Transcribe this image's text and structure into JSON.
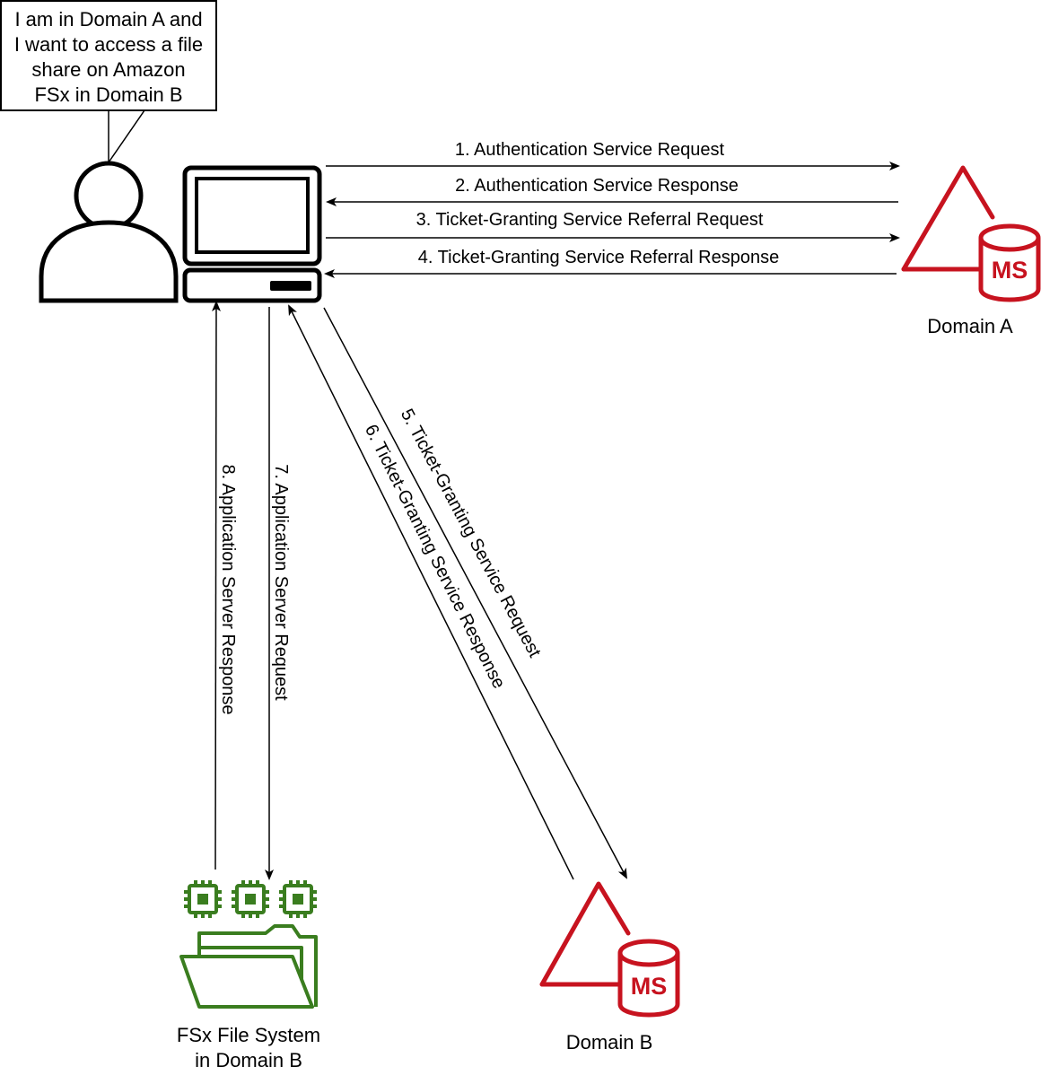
{
  "callout": {
    "lines": [
      "I am in Domain A and",
      "I want to access a file",
      "share on Amazon",
      "FSx in Domain B"
    ]
  },
  "nodes": {
    "domain_a": {
      "label": "Domain A",
      "badge": "MS"
    },
    "domain_b": {
      "label": "Domain B",
      "badge": "MS"
    },
    "fsx": {
      "label_lines": [
        "FSx File System",
        "in Domain B"
      ]
    }
  },
  "flows": [
    "1. Authentication Service Request",
    "2. Authentication Service Response",
    "3. Ticket-Granting Service Referral Request",
    "4. Ticket-Granting Service Referral Response",
    "5. Ticket-Granting Service Request",
    "6. Ticket-Granting Service Response",
    "7. Application Server Request",
    "8. Application Server Response"
  ],
  "colors": {
    "domain_red": "#c7131f",
    "storage_green": "#3a7d1f",
    "line_black": "#000000"
  }
}
